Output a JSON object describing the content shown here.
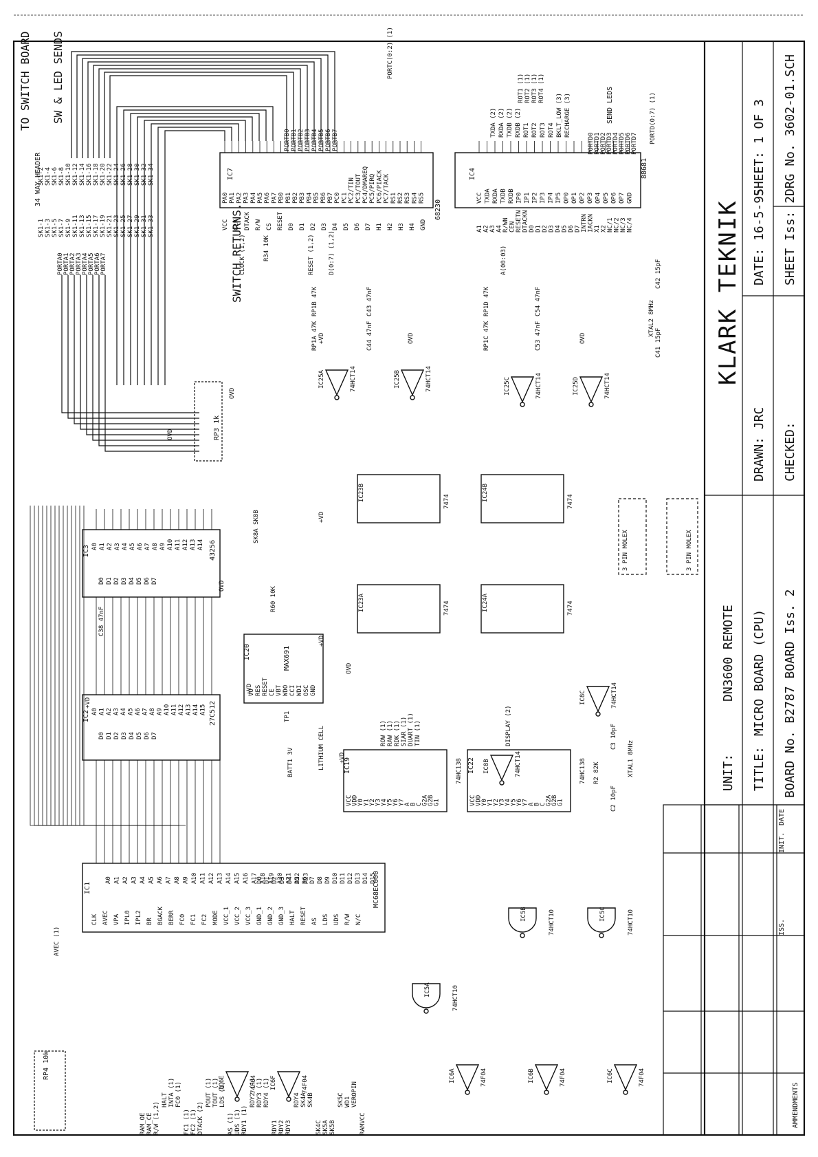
{
  "title_block": {
    "company": "KLARK TEKNIK",
    "unit_label": "UNIT:",
    "unit": "DN3600 REMOTE",
    "title_label": "TITLE:",
    "title": "MICRO BOARD (CPU)",
    "board": "BOARD No. B2787 BOARD Iss. 2",
    "drawn": "DRAWN: JRC",
    "checked": "CHECKED:",
    "date": "DATE: 16-5-95",
    "sheet_iss": "SHEET Iss: 2",
    "sheet": "SHEET: 1 OF 3",
    "drg": "DRG No. 3602-01.SCH",
    "amend_col_iss": "ISS.",
    "amend_col_init": "INIT.",
    "amend_col_date": "DATE",
    "amendments": "AMMENDMENTS"
  },
  "chips": {
    "ic1": {
      "ref": "IC1",
      "part": "MC68EC000"
    },
    "ic2": {
      "ref": "IC2",
      "part": "27C512"
    },
    "ic3": {
      "ref": "IC3",
      "part": "43256"
    },
    "ic4": {
      "ref": "IC4",
      "part": "88681"
    },
    "ic7": {
      "ref": "IC7",
      "part": "68230"
    },
    "ic19": {
      "ref": "IC19",
      "part": "74HC138"
    },
    "ic20": {
      "ref": "IC20",
      "part": "MAX691"
    },
    "ic22": {
      "ref": "IC22",
      "part": "74HC138"
    },
    "ic23a": {
      "ref": "IC23A",
      "part": "7474"
    },
    "ic23b": {
      "ref": "IC23B",
      "part": "7474"
    },
    "ic24a": {
      "ref": "IC24A",
      "part": "7474"
    },
    "ic24b": {
      "ref": "IC24B",
      "part": "7474"
    },
    "ic25a": {
      "ref": "IC25A",
      "part": "74HCT14"
    },
    "ic25b": {
      "ref": "IC25B",
      "part": "74HCT14"
    },
    "ic25c": {
      "ref": "IC25C",
      "part": "74HCT14"
    },
    "ic25d": {
      "ref": "IC25D",
      "part": "74HCT14"
    },
    "ic5a": {
      "ref": "IC5A",
      "part": "74HCT10"
    },
    "ic5b": {
      "ref": "IC5B",
      "part": "74HCT10"
    },
    "ic5c": {
      "ref": "IC5C",
      "part": "74HCT10"
    },
    "ic6a": {
      "ref": "IC6A",
      "part": "74F04"
    },
    "ic6b": {
      "ref": "IC6B",
      "part": "74F04"
    },
    "ic6c": {
      "ref": "IC6C",
      "part": "74F04"
    },
    "ic6e": {
      "ref": "IC6E",
      "part": "74F04"
    },
    "ic6f": {
      "ref": "IC6F",
      "part": "74F04"
    },
    "ic8b": {
      "ref": "IC8B",
      "part": "74HCT14"
    },
    "ic8c": {
      "ref": "IC8C",
      "part": "74HCT14"
    }
  },
  "labels": {
    "switch_board": "TO SWITCH BOARD",
    "sw_led_sends": "SW & LED SENDS",
    "switch_returns": "SWITCH RETURNS.",
    "send_leds": "SEND LEDS",
    "molex1": "3 PIN MOLEX",
    "molex2": "3 PIN MOLEX",
    "rp3": "RP3 1k",
    "rp4": "RP4 10k",
    "xtal1": "XTAL1 8MHz",
    "xtal2": "XTAL2 8MHz",
    "batt": "BATT1 3V",
    "batt_type": "LITHIUM CELL",
    "vo": "+VD",
    "ovd": "OVD",
    "clock": "CLOCK (1,2)",
    "avec": "AVEC (1)",
    "reset": "RESET (1,2)",
    "way": "34 WAY HEADER",
    "portc": "PORTC(0:2) (1)",
    "portd": "PORTD(0:7) (1)",
    "data_bus": "D(0:7) (1,2)",
    "addr_bus": "A(00:03)"
  },
  "ports": {
    "porta": [
      "PORTA0",
      "PORTA1",
      "PORTA2",
      "PORTA3",
      "PORTA4",
      "PORTA5",
      "PORTA6",
      "PORTA7"
    ],
    "portb": [
      "PORTB0",
      "PORTB1",
      "PORTB2",
      "PORTB3",
      "PORTB4",
      "PORTB5",
      "PORTB6",
      "PORTB7"
    ],
    "portd_out": [
      "PORTD0",
      "PORTD1",
      "PORTD2",
      "PORTD3",
      "PORTD4",
      "PORTD5",
      "PORTD6",
      "PORTD7"
    ],
    "sk_left": [
      "SK1-1",
      "SK1-3",
      "SK1-5",
      "SK1-7",
      "SK1-9",
      "SK1-11",
      "SK1-13",
      "SK1-15",
      "SK1-17",
      "SK1-19",
      "SK1-21",
      "SK1-23",
      "SK1-25",
      "SK1-27",
      "SK1-29",
      "SK1-31",
      "SK1-33"
    ],
    "sk_right": [
      "SK1-2",
      "SK1-4",
      "SK1-6",
      "SK1-8",
      "SK1-10",
      "SK1-12",
      "SK1-14",
      "SK1-16",
      "SK1-18",
      "SK1-20",
      "SK1-22",
      "SK1-24",
      "SK1-26",
      "SK1-28",
      "SK1-30",
      "SK1-32",
      "SK1-34"
    ],
    "rot": [
      "ROT1 (1)",
      "ROT2 (1)",
      "ROT3 (1)",
      "ROT4 (1)"
    ],
    "ic4_right": [
      "TXDA (2)",
      "RXDA (2)",
      "TXDB (2)",
      "RXDB (2)",
      "ROT1",
      "ROT2",
      "ROT3",
      "ROT4",
      "BKLT_LOW (3)",
      "RECHARGE (3)"
    ]
  },
  "pinnames": {
    "ic1_addr": [
      "A0",
      "A1",
      "A2",
      "A3",
      "A4",
      "A5",
      "A6",
      "A7",
      "A8",
      "A9",
      "A10",
      "A11",
      "A12",
      "A13",
      "A14",
      "A15",
      "A16",
      "A17",
      "A18",
      "A19",
      "A20",
      "A21",
      "A22",
      "A23"
    ],
    "ic1_data": [
      "D0",
      "D1",
      "D2",
      "D3",
      "D4",
      "D5",
      "D6",
      "D7",
      "D8",
      "D9",
      "D10",
      "D11",
      "D12",
      "D13",
      "D14",
      "D15"
    ],
    "ic1_ctl": [
      "CLK",
      "AVEC",
      "VPA",
      "IPL0",
      "IPL2",
      "BR",
      "BGACK",
      "BERR",
      "FC0",
      "FC1",
      "FC2",
      "MODE",
      "VCC_1",
      "VCC_2",
      "VCC_3",
      "GND_1",
      "GND_2",
      "GND_3",
      "HALT",
      "RESET",
      "AS",
      "LDS",
      "UDS",
      "R/W",
      "N/C"
    ],
    "ic2_addr": [
      "A0",
      "A1",
      "A2",
      "A3",
      "A4",
      "A5",
      "A6",
      "A7",
      "A8",
      "A9",
      "A10",
      "A11",
      "A12",
      "A13",
      "A14",
      "A15"
    ],
    "ic2_data": [
      "D0",
      "D1",
      "D2",
      "D3",
      "D4",
      "D5",
      "D6",
      "D7"
    ],
    "ic3_addr": [
      "A0",
      "A1",
      "A2",
      "A3",
      "A4",
      "A5",
      "A6",
      "A7",
      "A8",
      "A9",
      "A10",
      "A11",
      "A12",
      "A13",
      "A14"
    ],
    "ic3_data": [
      "D0",
      "D1",
      "D2",
      "D3",
      "D4",
      "D5",
      "D6",
      "D7"
    ],
    "ic7_left": [
      "PA0",
      "PA1",
      "PA2",
      "PA3",
      "PA4",
      "PA5",
      "PA6",
      "PA7",
      "PB0",
      "PB1",
      "PB2",
      "PB3",
      "PB4",
      "PB5",
      "PB6",
      "PB7",
      "PC0",
      "PC1",
      "PC2/TIN",
      "PC3/TOUT",
      "PC4/DMAREQ",
      "PC5/PIRQ",
      "PC6/PIACK",
      "PC7/TACK",
      "RS1",
      "RS2",
      "RS3",
      "RS4",
      "RS5"
    ],
    "ic7_right": [
      "VCC",
      "CLK",
      "DTACK",
      "R/W",
      "CS",
      "RESET",
      "D0",
      "D1",
      "D2",
      "D3",
      "D4",
      "D5",
      "D6",
      "D7",
      "H1",
      "H2",
      "H3",
      "H4",
      "GND"
    ],
    "ic4_left": [
      "VCC",
      "TXDA",
      "RXDA",
      "TXDB",
      "RXDB",
      "IP0",
      "IP1",
      "IP2",
      "IP3",
      "IP4",
      "IP5",
      "OP0",
      "OP1",
      "OP2",
      "OP3",
      "OP4",
      "OP5",
      "OP6",
      "OP7",
      "GND"
    ],
    "ic4_right_pins": [
      "A1",
      "A2",
      "A3",
      "A4",
      "R/WN",
      "CEN",
      "RESETN",
      "DTACKN",
      "D0",
      "D1",
      "D2",
      "D3",
      "D4",
      "D5",
      "D6",
      "D7",
      "INTRN",
      "IACKN",
      "X1",
      "X2",
      "NC/1",
      "NC/2",
      "NC/3",
      "NC/4"
    ],
    "ic20_pins": [
      "VO",
      "RES",
      "RESET",
      "CE",
      "VBT",
      "WDO",
      "CCI",
      "WDI",
      "OSC",
      "GND"
    ],
    "ic138_pins": [
      "VCC",
      "VDD",
      "Y0",
      "Y1",
      "Y2",
      "Y3",
      "Y4",
      "Y5",
      "Y6",
      "Y7",
      "A",
      "B",
      "C",
      "G2A",
      "G2B",
      "G1"
    ]
  },
  "components": {
    "rp1a": "RP1A 47K",
    "rp1b": "RP1B 47K",
    "rp1c": "RP1C 47K",
    "rp1d": "RP1D 47K",
    "c43": "C43 47nF",
    "c44": "C44 47nF",
    "c53": "C53 47nF",
    "c54": "C54 47nF",
    "c41": "C41 15pF",
    "c42": "C42 15pF",
    "c2": "C2 10pF",
    "c3": "C3 10pF",
    "r34": "R34 10K",
    "r60": "R60 10K",
    "r2": "R2 82K",
    "c38": "C38 47nF",
    "sk8": "SK8A SK8B",
    "tp1": "TP1"
  },
  "signals": {
    "ic19_out": [
      "ROW (1)",
      "RAW (1)",
      "RDK (1)",
      "SIAR (1)",
      "DUART (1)",
      "TIN (1)"
    ],
    "ic22_out": [
      "DISPLAY (2)"
    ],
    "misc": [
      "RAM_OE",
      "RAM_CE",
      "R/W (1,2)",
      "HALT",
      "INTA (1)",
      "FC0 (1)",
      "FC1 (1)",
      "FC2 (1)",
      "DTACK (2)",
      "POUT (1)",
      "TOUT (1)",
      "LDS (1)",
      "AS (1)",
      "UDS (1)",
      "RDY1 (1)",
      "RDY2 (1)",
      "RDY3 (1)",
      "RDY4 (1)",
      "RDY1",
      "RDY2",
      "RDY3",
      "RDY4",
      "SK4A",
      "SK4B",
      "SK4C",
      "SK5A",
      "SK5B",
      "SK5C",
      "WD1",
      "VEROPIN",
      "RAMVCC"
    ]
  }
}
